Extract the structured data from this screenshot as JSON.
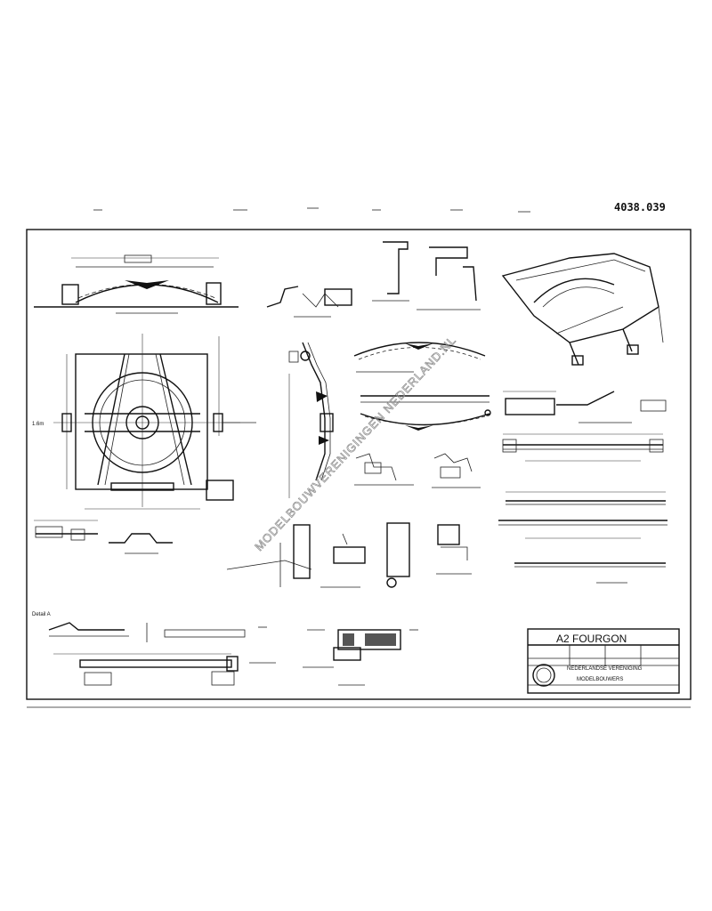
{
  "drawing_number": "4038.039",
  "title_block": {
    "title": "A2 FOURGON",
    "association": [
      "NEDERLANDSE VERENIGING",
      "MODELBOUWERS"
    ]
  },
  "watermark": "MODELBOUWVERENIGINGEN NEDERLAND.NL"
}
